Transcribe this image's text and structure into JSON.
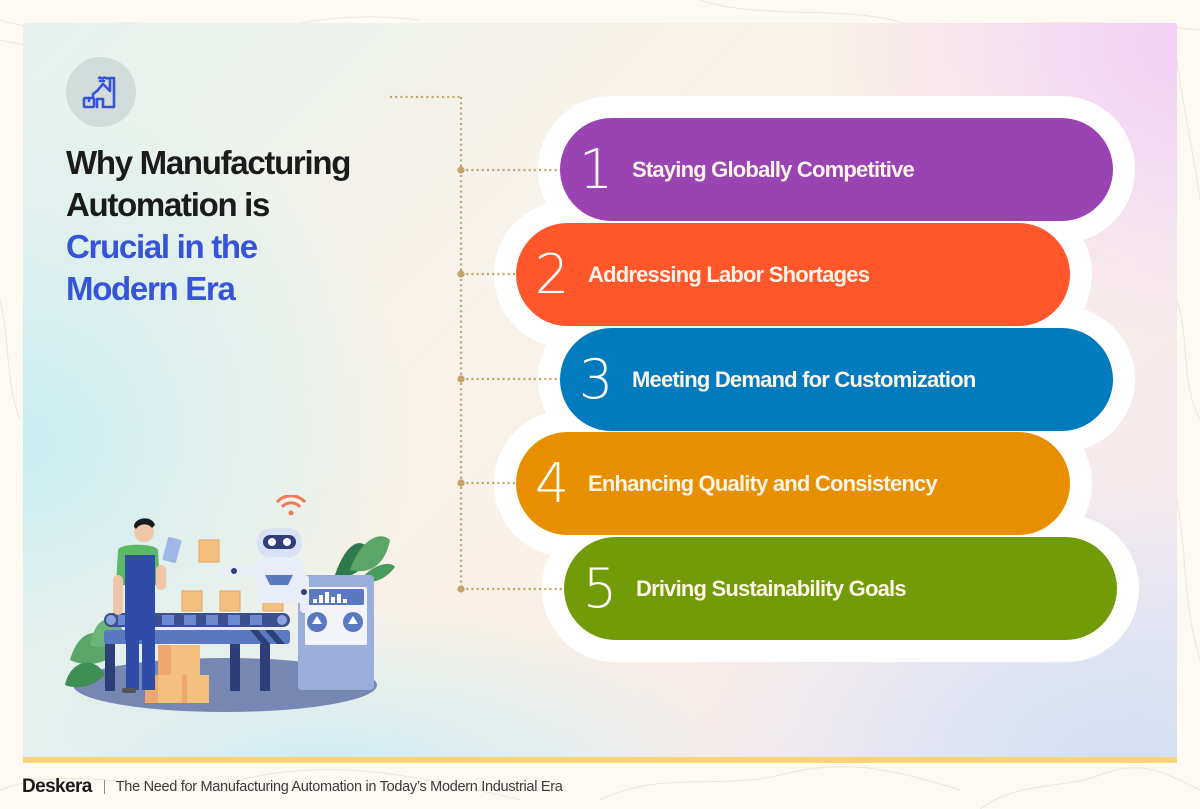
{
  "header": {
    "icon": "factory-icon",
    "title_lines_dark": [
      "Why Manufacturing",
      "Automation is"
    ],
    "title_lines_accent": [
      "Crucial in the",
      "Modern Era"
    ]
  },
  "reasons": [
    {
      "number": "1",
      "label": "Staying Globally Competitive",
      "color": "#9A44B4"
    },
    {
      "number": "2",
      "label": "Addressing Labor Shortages",
      "color": "#FF562C"
    },
    {
      "number": "3",
      "label": "Meeting Demand for Customization",
      "color": "#027BBE"
    },
    {
      "number": "4",
      "label": "Enhancing Quality and Consistency",
      "color": "#E88F00"
    },
    {
      "number": "5",
      "label": "Driving Sustainability Goals",
      "color": "#719B07"
    }
  ],
  "illustration": {
    "description": "worker-with-tablet-and-robot-at-conveyor-belt"
  },
  "footer": {
    "brand": "Deskera",
    "separator": "|",
    "caption": "The Need for Manufacturing Automation in Today’s Modern Industrial Era"
  },
  "colors": {
    "title_dark": "#1C1B1B",
    "title_accent": "#3554D8",
    "connector": "#C2A46A",
    "bottom_bar": "#FDD27A"
  }
}
